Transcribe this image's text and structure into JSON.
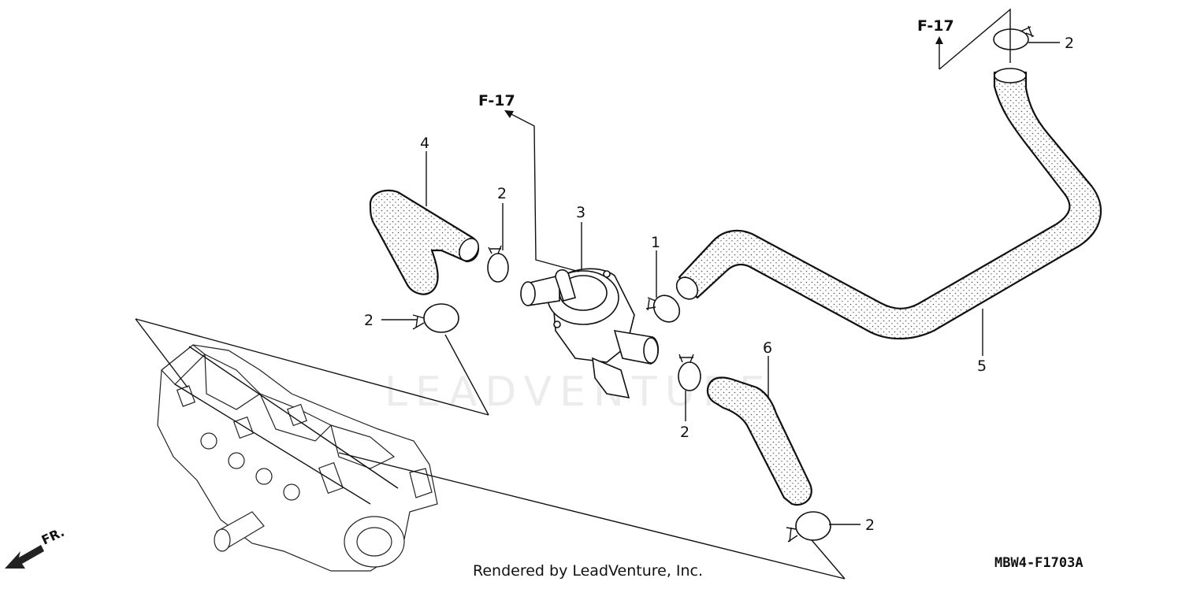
{
  "diagram": {
    "part_callouts": [
      "1",
      "2",
      "3",
      "4",
      "5",
      "6"
    ],
    "reference_label": "F-17",
    "front_label": "FR.",
    "watermark": "LEADVENTURE",
    "diagram_code": "MBW4-F1703A",
    "footer": "Rendered by LeadVenture, Inc."
  }
}
